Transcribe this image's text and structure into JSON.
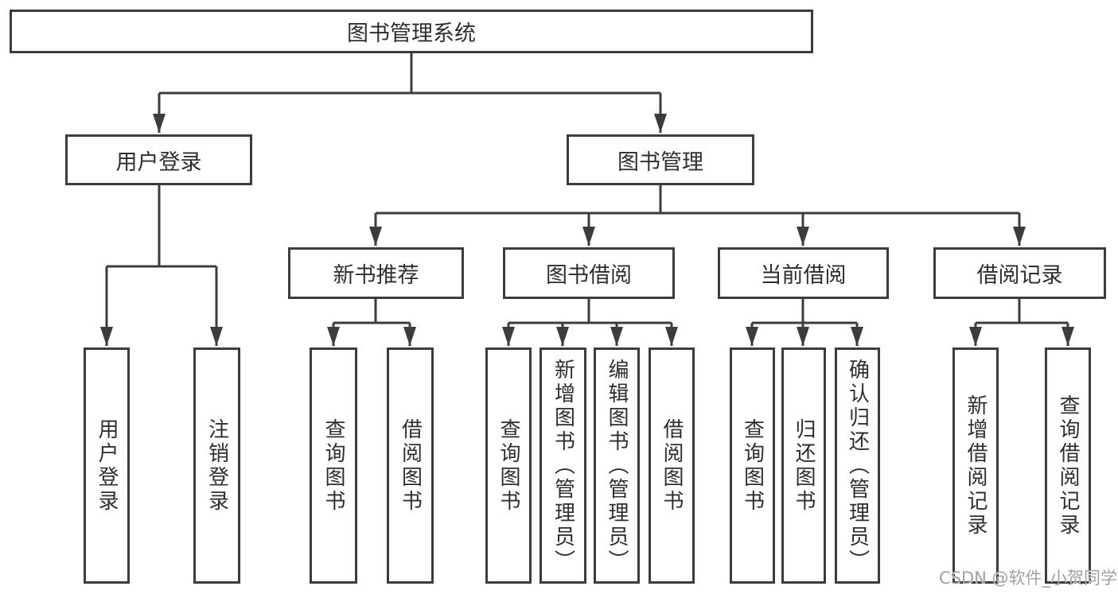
{
  "root": {
    "label": "图书管理系统"
  },
  "branches": [
    {
      "label": "用户登录",
      "leaves": [
        {
          "label": "用户登录"
        },
        {
          "label": "注销登录"
        }
      ]
    },
    {
      "label": "图书管理",
      "sections": [
        {
          "label": "新书推荐",
          "leaves": [
            {
              "label": "查询图书"
            },
            {
              "label": "借阅图书"
            }
          ]
        },
        {
          "label": "图书借阅",
          "leaves": [
            {
              "label": "查询图书"
            },
            {
              "label": "新增图书（管理员）"
            },
            {
              "label": "编辑图书（管理员）"
            },
            {
              "label": "借阅图书"
            }
          ]
        },
        {
          "label": "当前借阅",
          "leaves": [
            {
              "label": "查询图书"
            },
            {
              "label": "归还图书"
            },
            {
              "label": "确认归还（管理员）"
            }
          ]
        },
        {
          "label": "借阅记录",
          "leaves": [
            {
              "label": "新增借阅记录"
            },
            {
              "label": "查询借阅记录"
            }
          ]
        }
      ]
    }
  ],
  "watermark": {
    "text": "CSDN @软件_小贺同学"
  },
  "colors": {
    "line": "#3c3c3c",
    "box_bg": "#ffffff",
    "text": "#2e2e2e",
    "watermark": "#a0a0a0",
    "background": "#ffffff"
  }
}
